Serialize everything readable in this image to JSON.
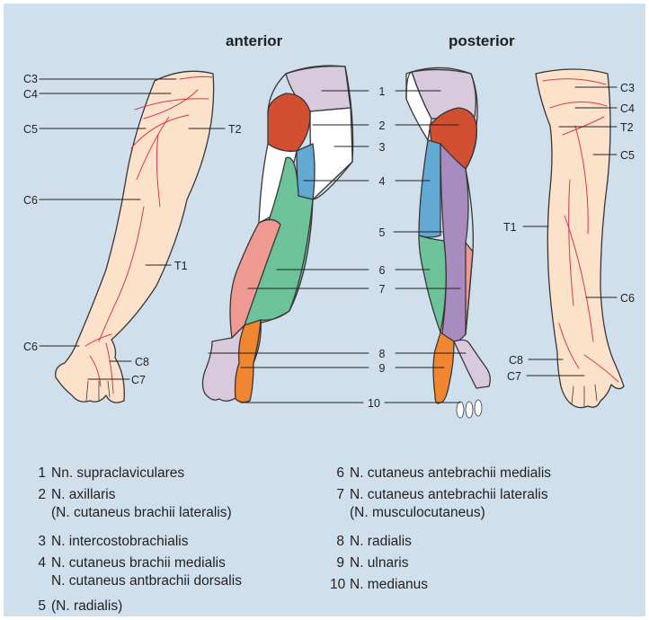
{
  "views": {
    "anterior": "anterior",
    "posterior": "posterior"
  },
  "dermatome_labels": {
    "left": [
      "C3",
      "C4",
      "C5",
      "C6",
      "T2",
      "T1",
      "C6",
      "C8",
      "C7"
    ],
    "right": [
      "C3",
      "C4",
      "T2",
      "C5",
      "T1",
      "C6",
      "C8",
      "C7"
    ]
  },
  "callout_numbers": [
    "1",
    "2",
    "3",
    "4",
    "5",
    "6",
    "7",
    "8",
    "9",
    "10"
  ],
  "regions": [
    {
      "number": "1",
      "name": "Nn. supraclaviculares",
      "color": "#d9c9dd"
    },
    {
      "number": "2",
      "name": "N. axillaris",
      "sub": "(N. cutaneus brachii lateralis)",
      "color": "#d24e30"
    },
    {
      "number": "3",
      "name": "N. intercostobrachialis",
      "color": "#ffffff"
    },
    {
      "number": "4",
      "name": "N. cutaneus brachii medialis",
      "sub": "N. cutaneus antbrachii dorsalis",
      "color": "#62a9d4"
    },
    {
      "number": "5",
      "name": "(N. radialis)",
      "color": "#a98cbf"
    },
    {
      "number": "6",
      "name": "N. cutaneus antebrachii medialis",
      "color": "#6cc39a"
    },
    {
      "number": "7",
      "name": "N. cutaneus antebrachii lateralis",
      "sub": "(N. musculocutaneus)",
      "color": "#ee9a93"
    },
    {
      "number": "8",
      "name": "N. radialis",
      "color": "#d9c9dd"
    },
    {
      "number": "9",
      "name": "N. ulnaris",
      "color": "#f0862f"
    },
    {
      "number": "10",
      "name": "N. medianus",
      "color": "#f0862f"
    }
  ],
  "colors": {
    "background": "#cfe0ec",
    "skin": "#fde2cb",
    "dermatome_line": "#d8364e",
    "outline": "#3a3536"
  }
}
